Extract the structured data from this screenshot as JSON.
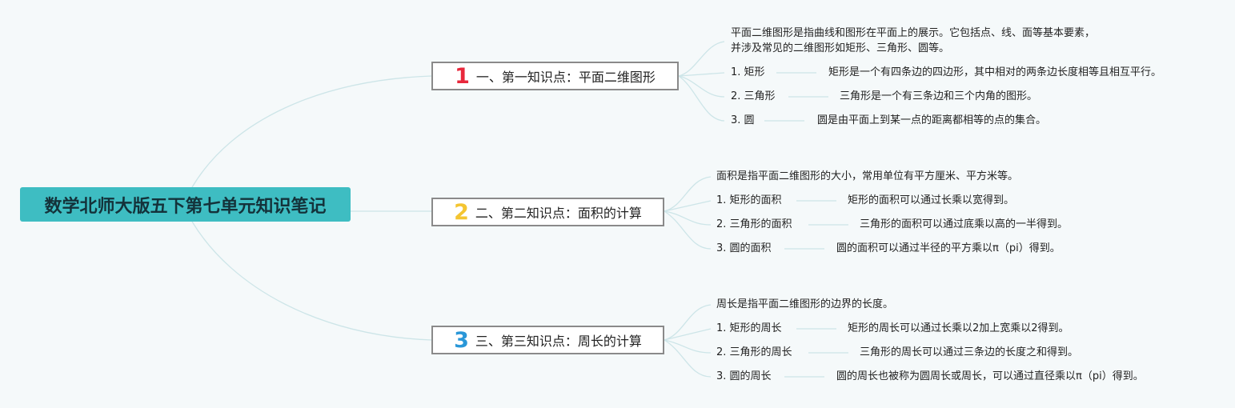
{
  "root": {
    "title": "数学北师大版五下第七单元知识笔记"
  },
  "colors": {
    "root_bg": "#3ebdc2",
    "num1": "#e8283c",
    "num2": "#f4c531",
    "num3": "#2a97d8",
    "line": "#cde5e8"
  },
  "branches": [
    {
      "num": "1",
      "label": "一、第一知识点：平面二维图形",
      "intro": [
        "平面二维图形是指曲线和图形在平面上的展示。它包括点、线、面等基本要素，",
        "并涉及常见的二维图形如矩形、三角形、圆等。"
      ],
      "items": [
        {
          "title": "1. 矩形",
          "detail": "矩形是一个有四条边的四边形，其中相对的两条边长度相等且相互平行。"
        },
        {
          "title": "2. 三角形",
          "detail": "三角形是一个有三条边和三个内角的图形。"
        },
        {
          "title": "3. 圆",
          "detail": "圆是由平面上到某一点的距离都相等的点的集合。"
        }
      ]
    },
    {
      "num": "2",
      "label": "二、第二知识点：面积的计算",
      "intro": [
        "面积是指平面二维图形的大小，常用单位有平方厘米、平方米等。"
      ],
      "items": [
        {
          "title": "1. 矩形的面积",
          "detail": "矩形的面积可以通过长乘以宽得到。"
        },
        {
          "title": "2. 三角形的面积",
          "detail": "三角形的面积可以通过底乘以高的一半得到。"
        },
        {
          "title": "3. 圆的面积",
          "detail": "圆的面积可以通过半径的平方乘以π（pi）得到。"
        }
      ]
    },
    {
      "num": "3",
      "label": "三、第三知识点：周长的计算",
      "intro": [
        "周长是指平面二维图形的边界的长度。"
      ],
      "items": [
        {
          "title": "1. 矩形的周长",
          "detail": "矩形的周长可以通过长乘以2加上宽乘以2得到。"
        },
        {
          "title": "2. 三角形的周长",
          "detail": "三角形的周长可以通过三条边的长度之和得到。"
        },
        {
          "title": "3. 圆的周长",
          "detail": "圆的周长也被称为圆周长或周长，可以通过直径乘以π（pi）得到。"
        }
      ]
    }
  ]
}
